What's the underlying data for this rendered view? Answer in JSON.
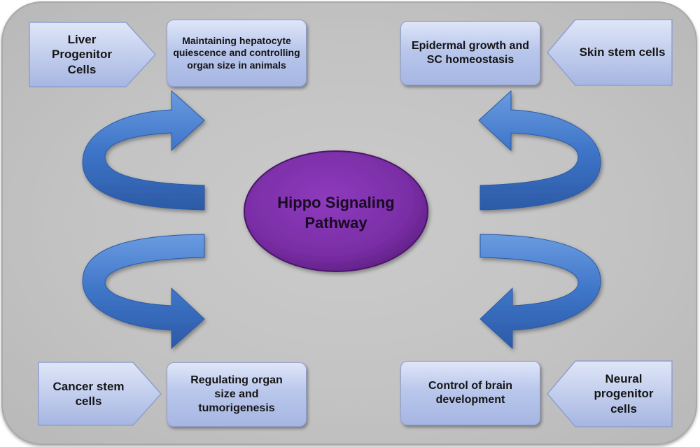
{
  "center": {
    "label": "Hippo Signaling Pathway"
  },
  "top_left": {
    "source": "Liver Progenitor Cells",
    "effect": "Maintaining hepatocyte quiescence and controlling organ size in animals"
  },
  "top_right": {
    "source": "Skin stem cells",
    "effect": "Epidermal growth and SC homeostasis"
  },
  "bottom_left": {
    "source": "Cancer stem cells",
    "effect": "Regulating organ size and tumorigenesis"
  },
  "bottom_right": {
    "source": "Neural progenitor cells",
    "effect": "Control of brain development"
  },
  "colors": {
    "ellipse": "#7a2ea6",
    "arrow": "#3f76c8",
    "box_fill": "#b9c7ec"
  }
}
